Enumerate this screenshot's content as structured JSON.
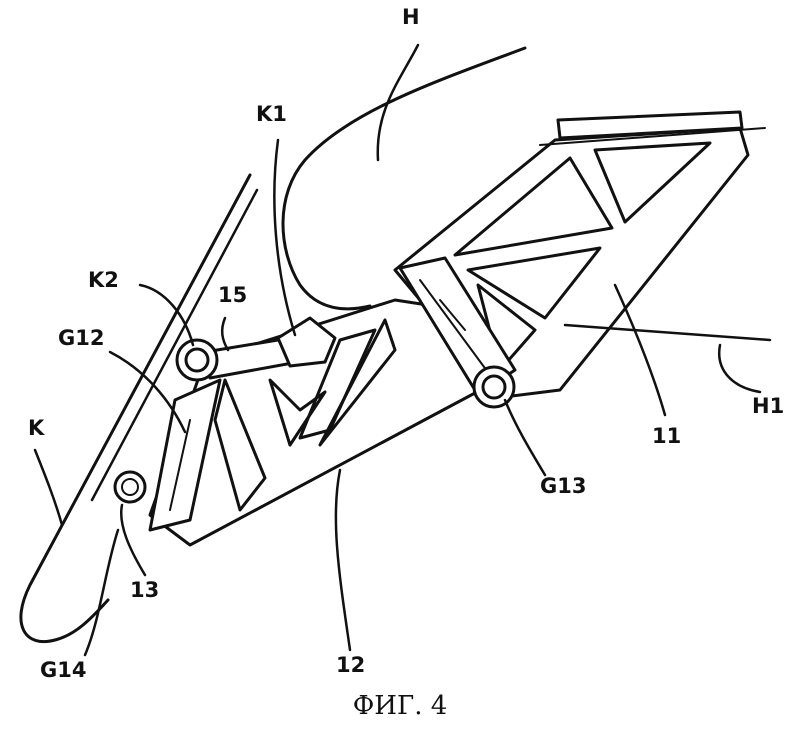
{
  "colors": {
    "ink": "#111111",
    "paper": "#ffffff"
  },
  "labels": {
    "H": "H",
    "K1": "K1",
    "K2": "K2",
    "n15": "15",
    "G12": "G12",
    "K": "K",
    "n13": "13",
    "G14": "G14",
    "n12": "12",
    "G13": "G13",
    "n11": "11",
    "H1": "H1"
  },
  "caption": "ФИГ. 4"
}
